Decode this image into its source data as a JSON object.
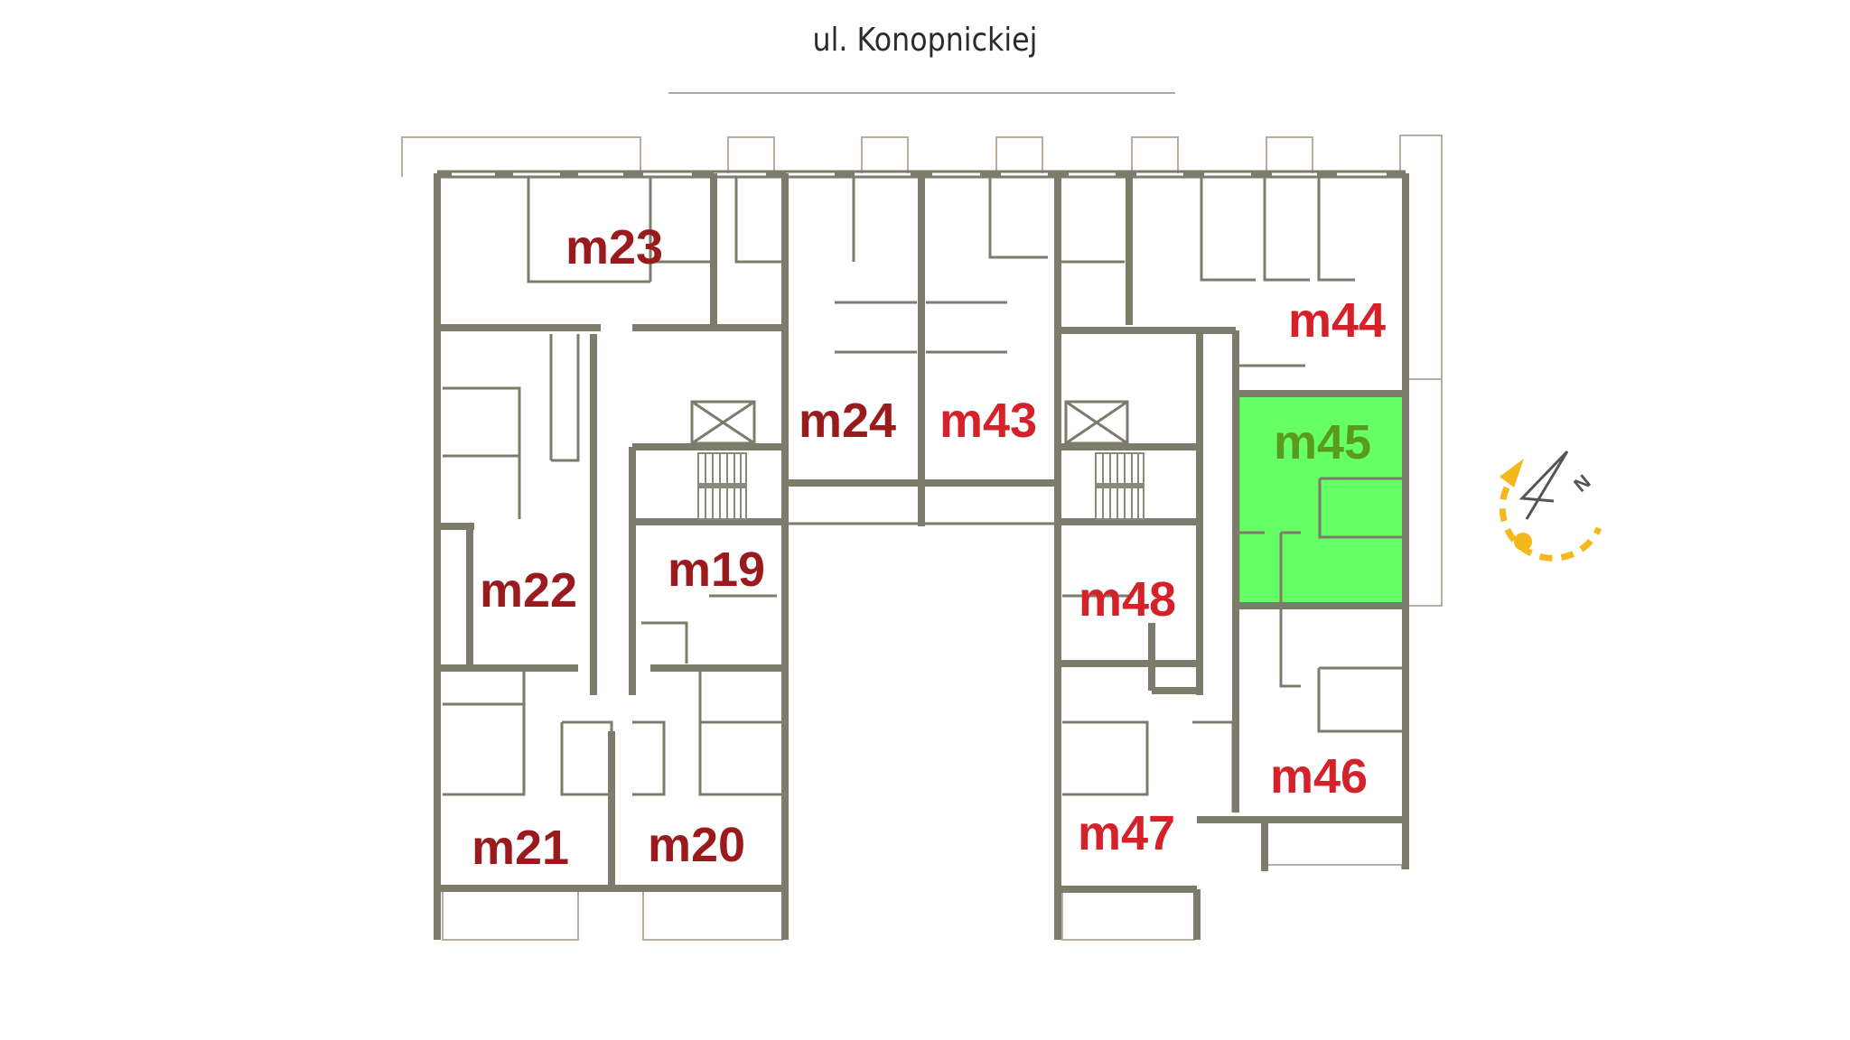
{
  "street": {
    "name": "ul. Konopnickiej"
  },
  "apartments": [
    {
      "id": "m23",
      "label": "m23",
      "tone": "dark"
    },
    {
      "id": "m44",
      "label": "m44",
      "tone": "bright"
    },
    {
      "id": "m24",
      "label": "m24",
      "tone": "dark"
    },
    {
      "id": "m43",
      "label": "m43",
      "tone": "bright"
    },
    {
      "id": "m45",
      "label": "m45",
      "tone": "selected"
    },
    {
      "id": "m19",
      "label": "m19",
      "tone": "dark"
    },
    {
      "id": "m22",
      "label": "m22",
      "tone": "dark"
    },
    {
      "id": "m48",
      "label": "m48",
      "tone": "bright"
    },
    {
      "id": "m46",
      "label": "m46",
      "tone": "bright"
    },
    {
      "id": "m21",
      "label": "m21",
      "tone": "dark"
    },
    {
      "id": "m20",
      "label": "m20",
      "tone": "dark"
    },
    {
      "id": "m47",
      "label": "m47",
      "tone": "bright"
    }
  ],
  "selected_apartment": "m45",
  "colors": {
    "wall": "#7d7b6b",
    "dark_label": "#991b1e",
    "bright_label": "#d52129",
    "selected_fill": "#66ff66",
    "selected_label": "#5a9a1e",
    "compass": "#f5b81c"
  },
  "compass": {
    "icon": "north-arrow-rotate-icon",
    "letter": "N"
  }
}
